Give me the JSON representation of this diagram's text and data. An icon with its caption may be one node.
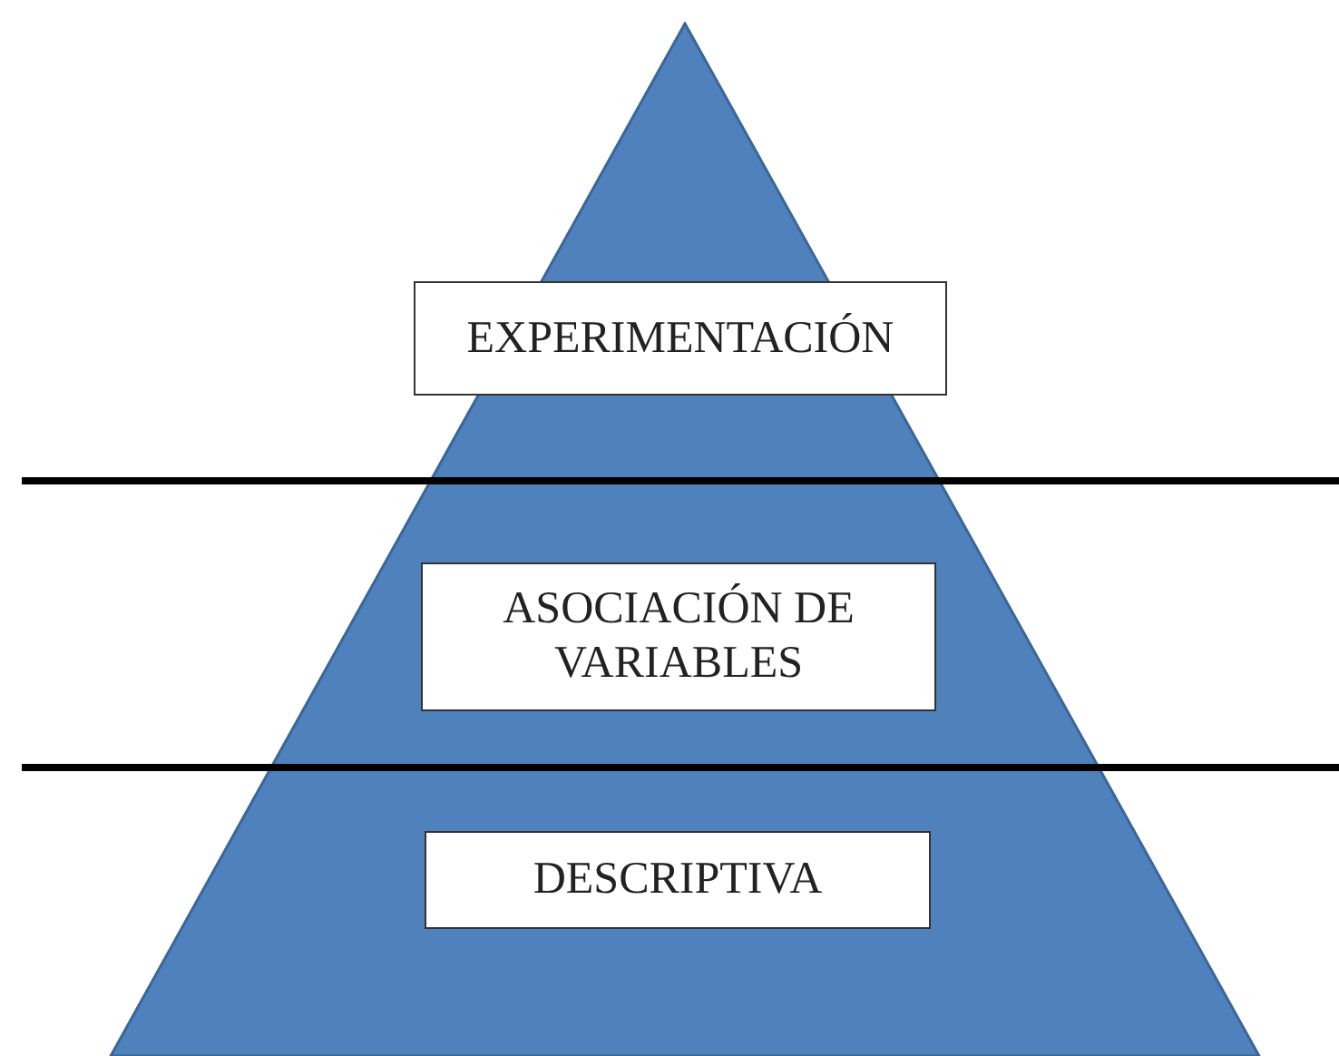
{
  "diagram": {
    "nodes": [
      {
        "text": [],
        "shape": "triangle"
      },
      {
        "text": [
          "EXPERIMENTACIÓN"
        ],
        "in": 0
      },
      {
        "text": [
          "ASOCIACIÓN DE VARIABLES"
        ],
        "in": 0
      },
      {
        "text": [
          "DESCRIPTIVA"
        ],
        "in": 0
      }
    ]
  }
}
